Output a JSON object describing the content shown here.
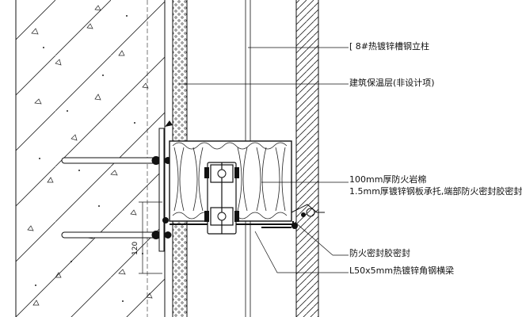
{
  "labels": {
    "steel_column": "[ 8#热镀锌槽钢立柱",
    "insulation": "建筑保温层(非设计项)",
    "rock_wool": "100mm厚防火岩棉",
    "steel_plate": "1.5mm厚镀锌钢板承托,端部防火密封胶密封",
    "fire_sealant": "防火密封胶密封",
    "angle_beam": "L50x5mm热镀锌角钢横梁"
  },
  "dimension": "120"
}
